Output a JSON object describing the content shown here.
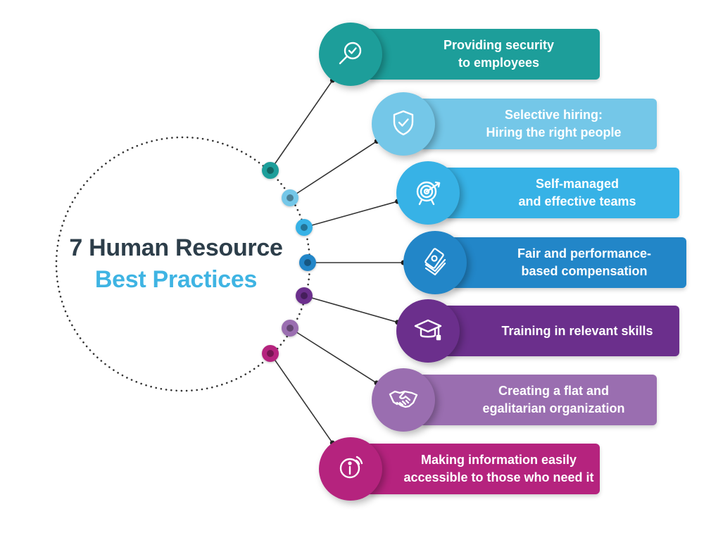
{
  "title": {
    "line1": "7 Human Resource",
    "line2": "Best Practices"
  },
  "practices": [
    {
      "text": "Providing security\nto employees",
      "color": "#1d9e9a",
      "icon": "search-check-icon"
    },
    {
      "text": "Selective hiring:\nHiring the right people",
      "color": "#74c7e8",
      "icon": "shield-check-icon"
    },
    {
      "text": "Self-managed\nand effective teams",
      "color": "#37b2e6",
      "icon": "target-icon"
    },
    {
      "text": "Fair and performance-\nbased compensation",
      "color": "#2286c8",
      "icon": "money-icon"
    },
    {
      "text": "Training in relevant skills",
      "color": "#6b2f8c",
      "icon": "graduation-cap-icon"
    },
    {
      "text": "Creating a flat and\negalitarian organization",
      "color": "#9a6eb0",
      "icon": "handshake-icon"
    },
    {
      "text": "Making information easily\naccessible to those who need it",
      "color": "#b5237e",
      "icon": "info-icon"
    }
  ]
}
